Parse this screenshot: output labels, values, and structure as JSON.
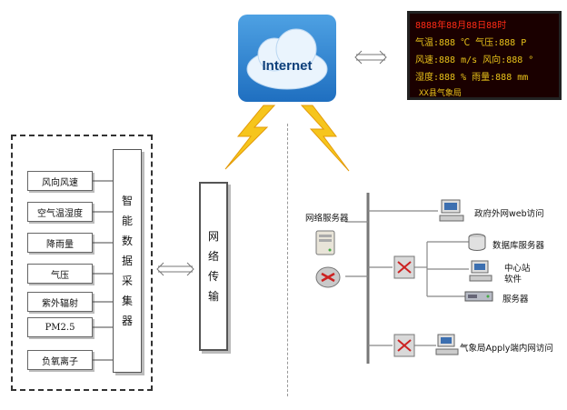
{
  "cloud": {
    "label": "Internet"
  },
  "display": {
    "line1": "8888年88月88日88时",
    "line2": "气温:888 ℃ 气压:888 P",
    "line3": "风速:888 m/s 风向:888 °",
    "line4": "湿度:888 % 雨量:888 mm",
    "footer": "XX县气象局"
  },
  "sensors": [
    "风向风速",
    "空气温湿度",
    "降雨量",
    "气压",
    "紫外辐射",
    "PM2.5",
    "负氧离子"
  ],
  "collector": {
    "label": "智能数据采集器"
  },
  "network": {
    "label": "网络传输"
  },
  "nodes": {
    "web_server": "网络服务器",
    "gov_access": "政府外网web访问",
    "db_server": "数据库服务器",
    "center_software": "中心站\n软件",
    "server": "服务器",
    "bureau_access": "气象局Apply端内网访问"
  }
}
